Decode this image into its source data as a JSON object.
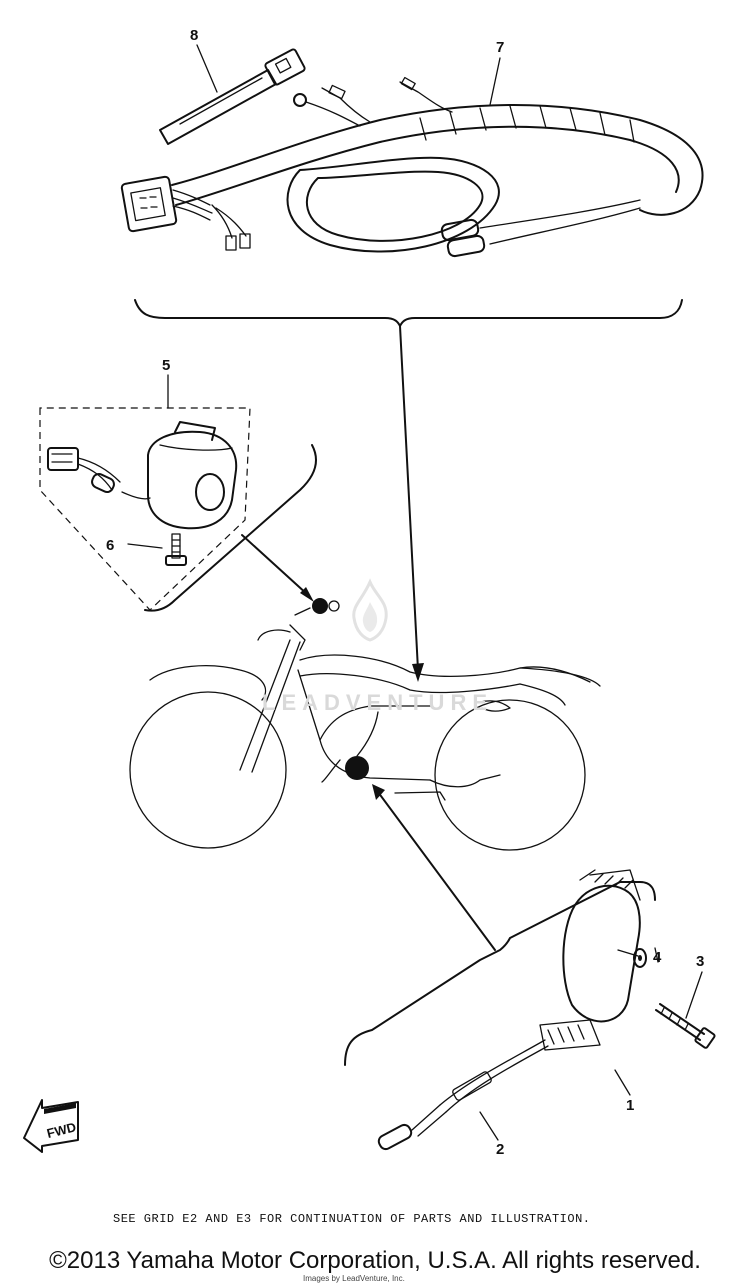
{
  "callouts": {
    "part1": "1",
    "part2": "2",
    "part3": "3",
    "part4": "4",
    "part5": "5",
    "part6": "6",
    "part7": "7",
    "part8": "8"
  },
  "fwd_label": "FWD",
  "footnote": "SEE GRID E2 AND E3 FOR CONTINUATION OF PARTS AND ILLUSTRATION.",
  "copyright": "©2013 Yamaha Motor Corporation, U.S.A. All rights reserved.",
  "copyright_sub": "Images by LeadVenture, Inc.",
  "watermark": "LEADVENTURE",
  "watermark_icon": "flame-logo-icon"
}
